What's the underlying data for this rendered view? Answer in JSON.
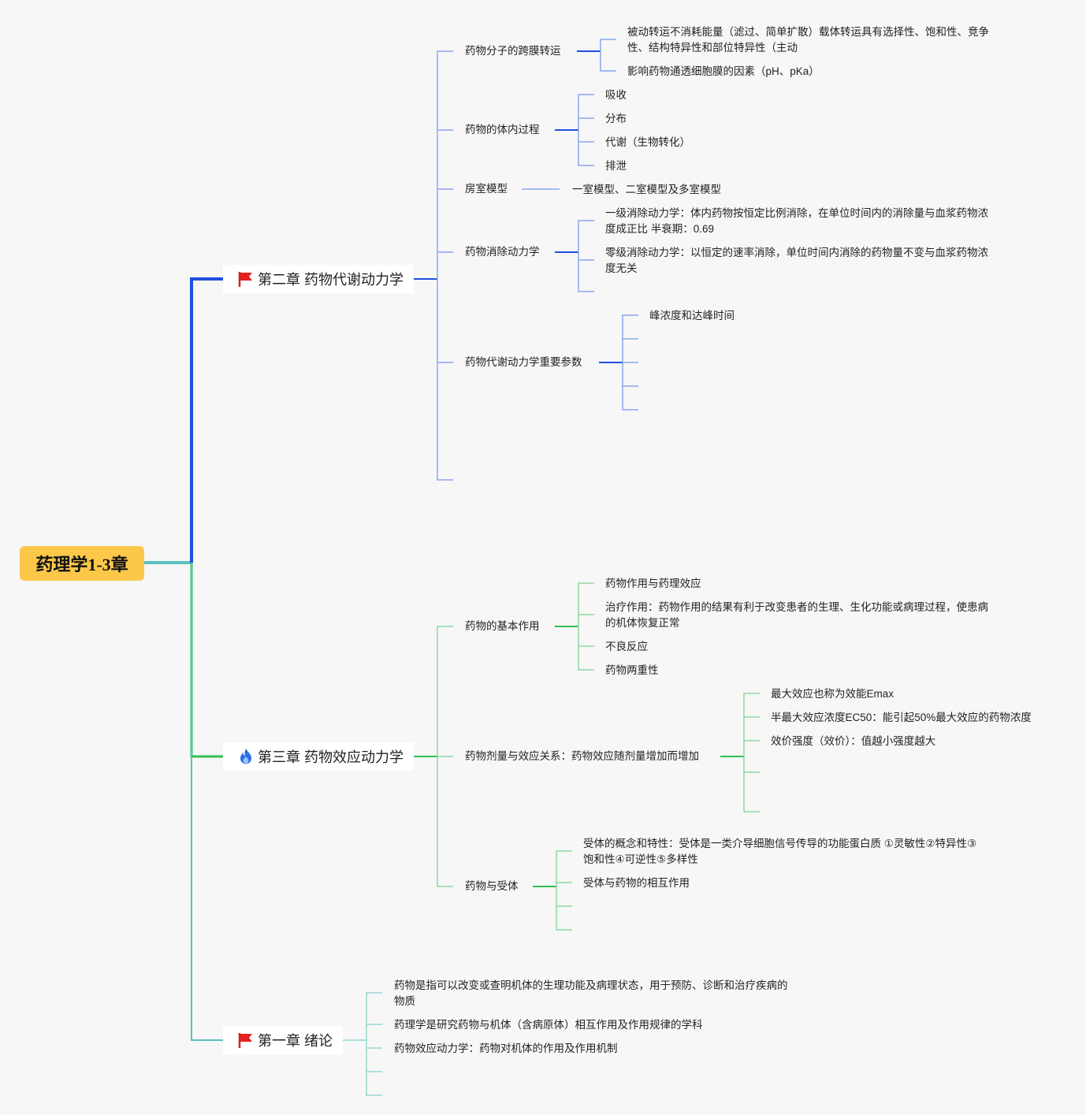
{
  "root": {
    "label": "药理学1-3章"
  },
  "colors": {
    "blue": "#1f4fe0",
    "blue_light": "#8aa6ef",
    "green": "#2fbf4f",
    "green_light": "#8ed9a0",
    "teal": "#5cc0bb",
    "teal_light": "#96d8d2",
    "root_fill": "#fdc84a"
  },
  "ch2": {
    "label": "第二章 药物代谢动力学",
    "icon": "red-flag-icon",
    "items": [
      {
        "label": "药物分子的跨膜转运",
        "children": [
          "被动转运不消耗能量（滤过、简单扩散）载体转运具有选择性、饱和性、竞争性、结构特异性和部位特异性（主动",
          "影响药物通透细胞膜的因素（pH、pKa）"
        ]
      },
      {
        "label": "药物的体内过程",
        "children": [
          "吸收",
          "分布",
          "代谢（生物转化）",
          "排泄"
        ]
      },
      {
        "label": "房室模型",
        "children": [
          "一室模型、二室模型及多室模型"
        ]
      },
      {
        "label": "药物消除动力学",
        "children": [
          "一级消除动力学：体内药物按恒定比例消除，在单位时间内的消除量与血浆药物浓度成正比 半衰期：0.69",
          "零级消除动力学：以恒定的速率消除，单位时间内消除的药物量不变与血浆药物浓度无关"
        ]
      },
      {
        "label": "药物代谢动力学重要参数",
        "children": [
          "峰浓度和达峰时间"
        ]
      }
    ]
  },
  "ch3": {
    "label": "第三章 药物效应动力学",
    "icon": "fire-icon",
    "items": [
      {
        "label": "药物的基本作用",
        "children": [
          "药物作用与药理效应",
          "治疗作用：药物作用的结果有利于改变患者的生理、生化功能或病理过程，使患病的机体恢复正常",
          "不良反应",
          "药物两重性"
        ]
      },
      {
        "label": "药物剂量与效应关系：药物效应随剂量增加而增加",
        "children": [
          "最大效应也称为效能Emax",
          "半最大效应浓度EC50：能引起50%最大效应的药物浓度",
          "效价强度（效价）：值越小强度越大"
        ]
      },
      {
        "label": "药物与受体",
        "children": [
          "受体的概念和特性：受体是一类介导细胞信号传导的功能蛋白质 ①灵敏性②特异性③饱和性④可逆性⑤多样性",
          "受体与药物的相互作用"
        ]
      }
    ]
  },
  "ch1": {
    "label": "第一章 绪论",
    "icon": "red-flag-icon",
    "items": [
      "药物是指可以改变或查明机体的生理功能及病理状态，用于预防、诊断和治疗疾病的物质",
      "药理学是研究药物与机体（含病原体）相互作用及作用规律的学科",
      "药物效应动力学：药物对机体的作用及作用机制"
    ]
  }
}
